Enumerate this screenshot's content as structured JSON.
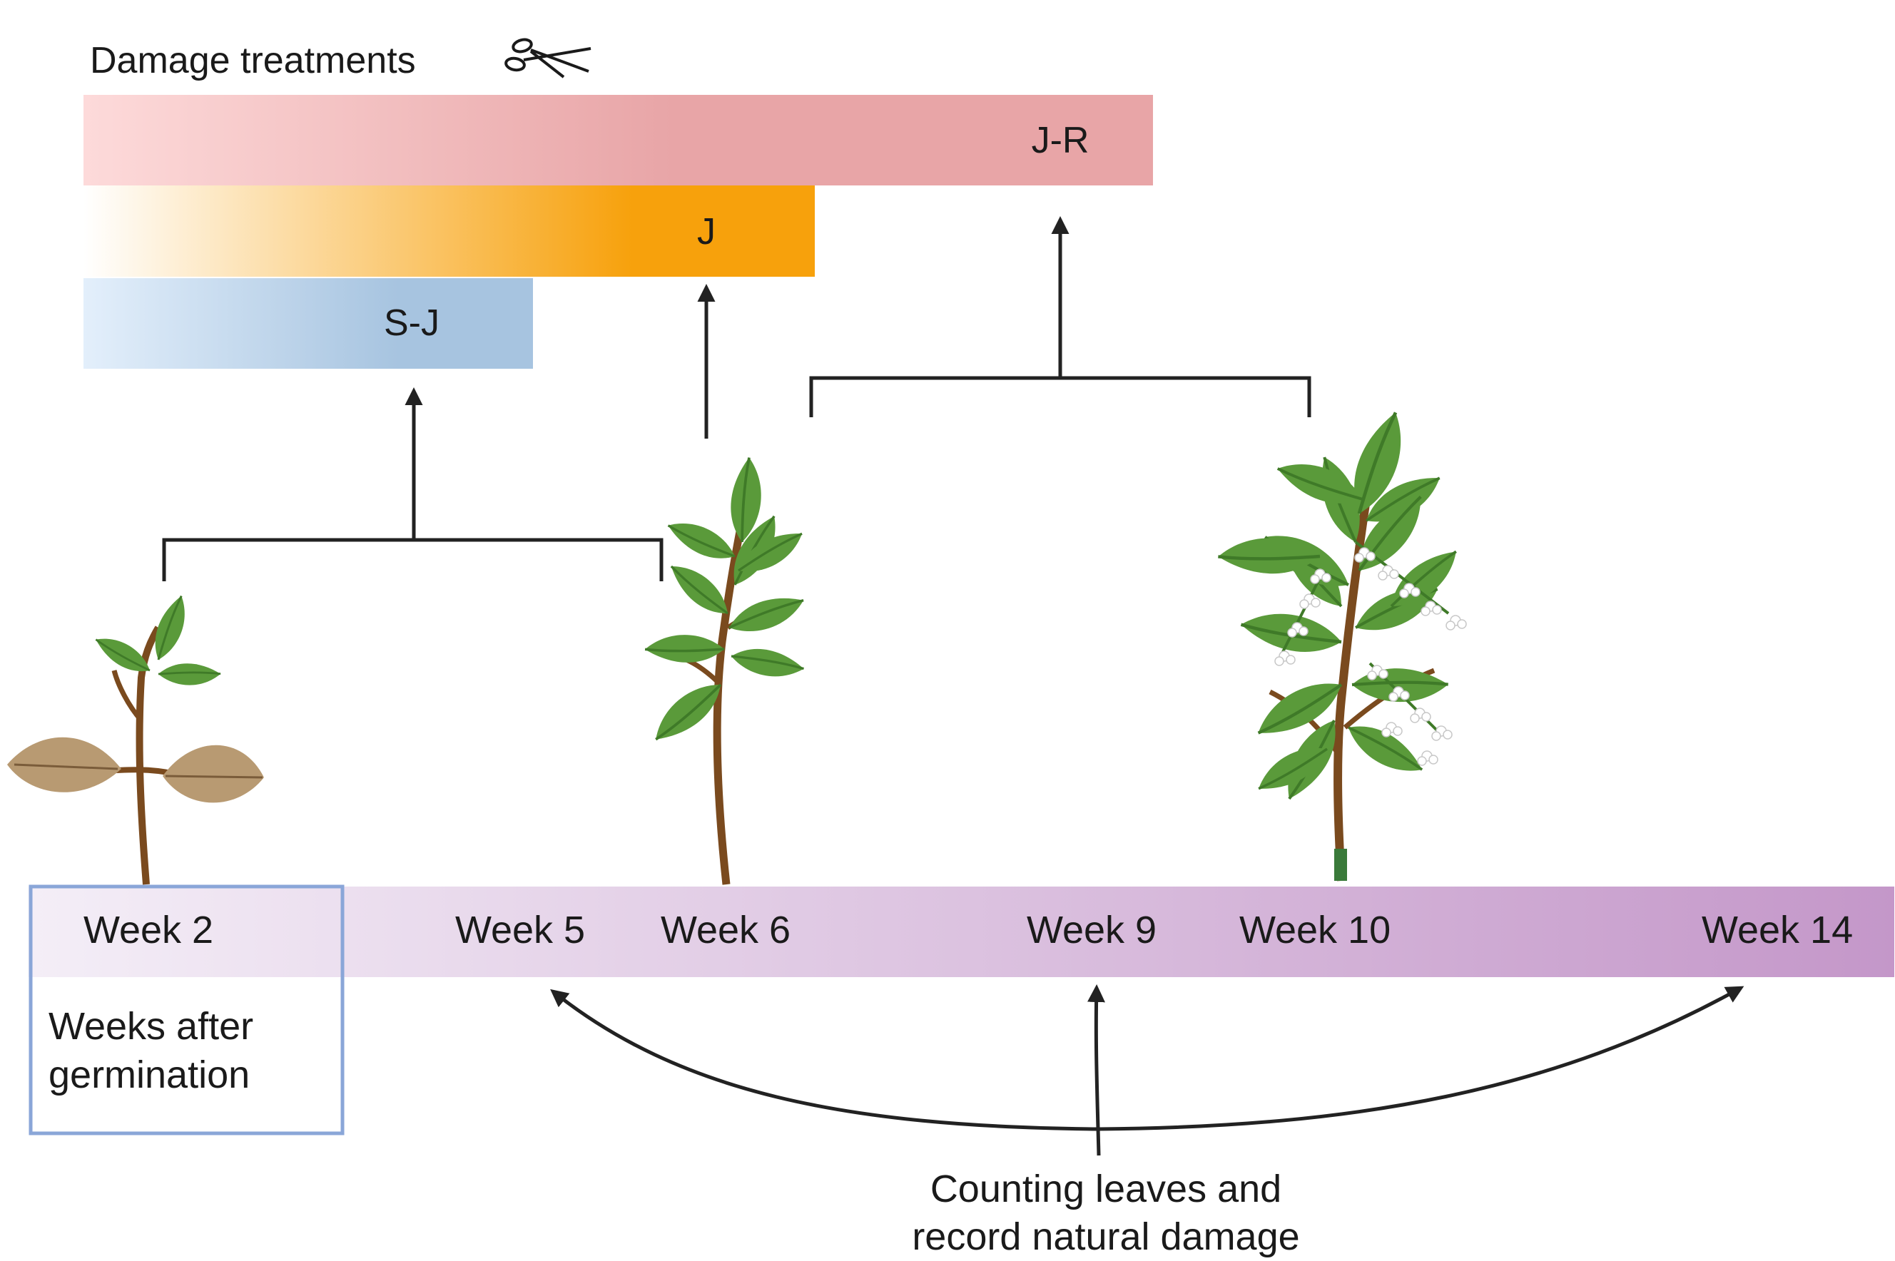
{
  "header": {
    "title": "Damage treatments",
    "icon": "scissors-icon"
  },
  "treatments": [
    {
      "label": "J-R",
      "color_start": "#fddada",
      "color_end": "#e8a5a7"
    },
    {
      "label": "J",
      "color_start": "#ffffff",
      "color_end": "#f7a10c"
    },
    {
      "label": "S-J",
      "color_start": "#e3effb",
      "color_end": "#a7c4e0"
    }
  ],
  "timeline": {
    "color_start": "#f4eef7",
    "color_end": "#c497c9",
    "weeks": [
      "Week 2",
      "Week 5",
      "Week 6",
      "Week 9",
      "Week 10",
      "Week 14"
    ]
  },
  "legend_box": {
    "text_line1": "Weeks after",
    "text_line2": "germination",
    "border_color": "#8aa6d8"
  },
  "bottom_note": {
    "line1": "Counting leaves and",
    "line2": "record natural damage"
  },
  "plants": [
    {
      "name": "seedling",
      "icon": "seedling-icon"
    },
    {
      "name": "juvenile",
      "icon": "juvenile-plant-icon"
    },
    {
      "name": "flowering",
      "icon": "flowering-plant-icon"
    }
  ],
  "colors": {
    "leaf": "#5a9a3a",
    "leaf_dark": "#3f7a28",
    "stem": "#7a4a1e",
    "cotyledon": "#b89a72",
    "arrow": "#222222"
  }
}
